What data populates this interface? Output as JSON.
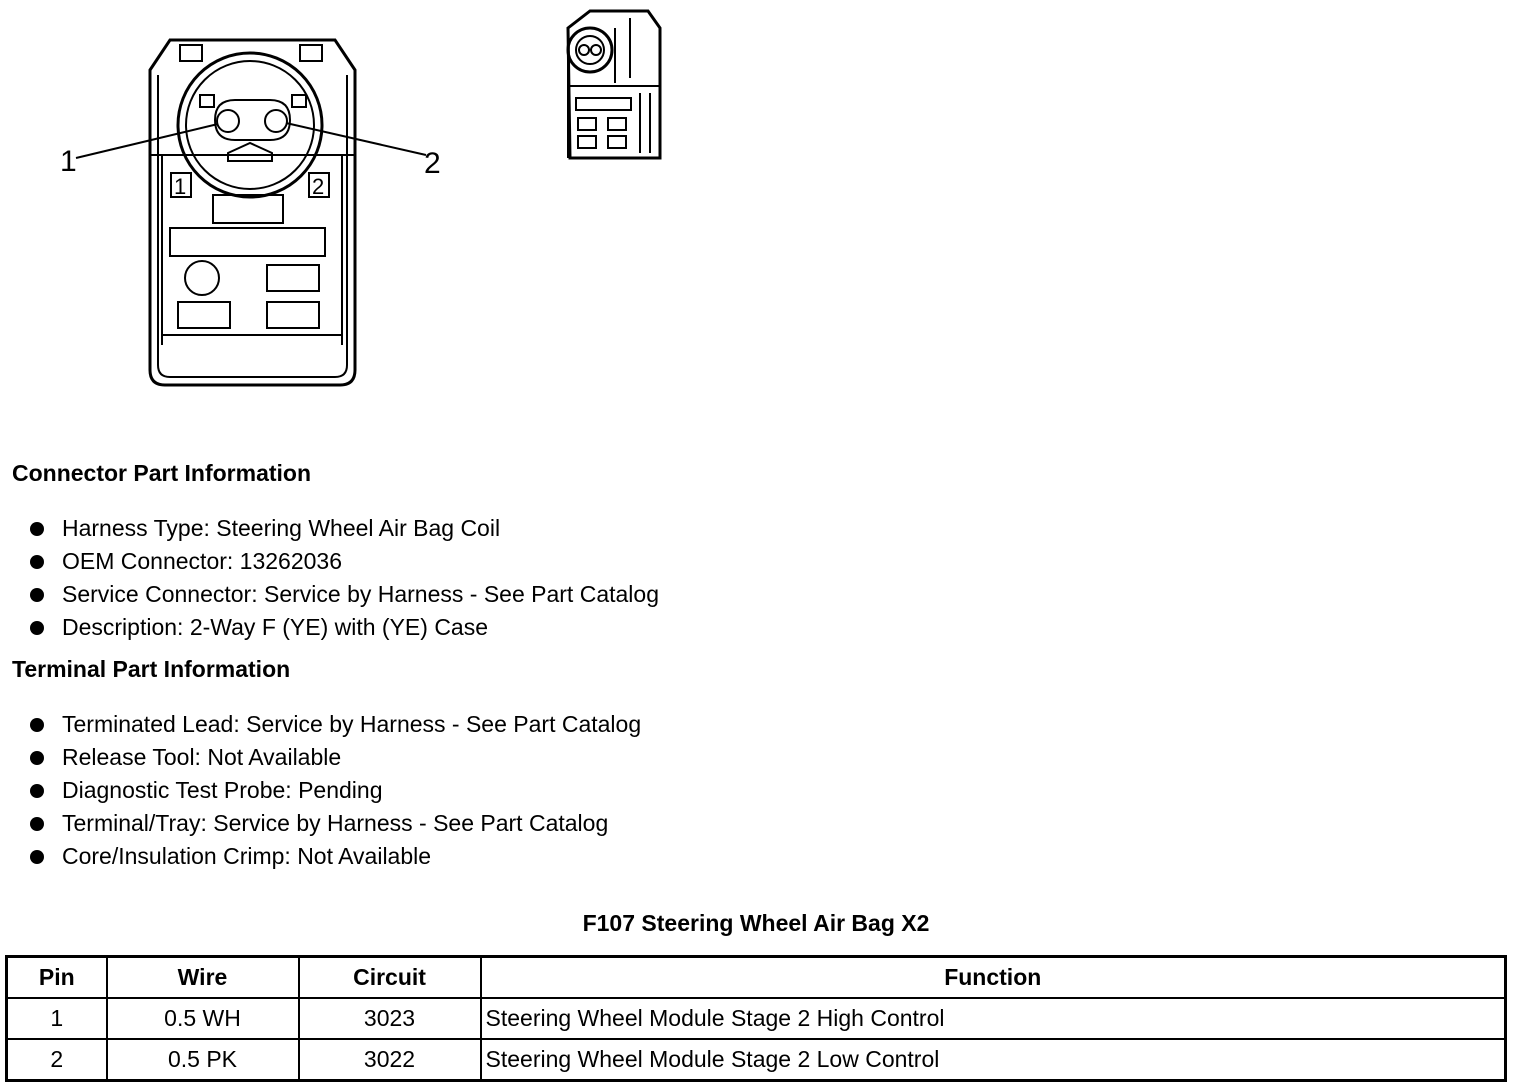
{
  "diagram": {
    "callouts": [
      "1",
      "2"
    ],
    "cavity_labels": [
      "1",
      "2"
    ]
  },
  "connector_info": {
    "title": "Connector Part Information",
    "items": [
      "Harness Type: Steering Wheel Air Bag Coil",
      "OEM Connector: 13262036",
      "Service Connector: Service by Harness - See Part Catalog",
      "Description: 2-Way F (YE) with (YE) Case"
    ]
  },
  "terminal_info": {
    "title": "Terminal Part Information",
    "items": [
      "Terminated Lead: Service by Harness - See Part Catalog",
      "Release Tool: Not Available",
      "Diagnostic Test Probe: Pending",
      "Terminal/Tray: Service by Harness - See Part Catalog",
      "Core/Insulation Crimp: Not Available"
    ]
  },
  "table": {
    "title": "F107 Steering Wheel Air Bag X2",
    "headers": [
      "Pin",
      "Wire",
      "Circuit",
      "Function"
    ],
    "rows": [
      [
        "1",
        "0.5 WH",
        "3023",
        "Steering Wheel Module Stage 2 High Control"
      ],
      [
        "2",
        "0.5 PK",
        "3022",
        "Steering Wheel Module Stage 2 Low Control"
      ]
    ]
  }
}
